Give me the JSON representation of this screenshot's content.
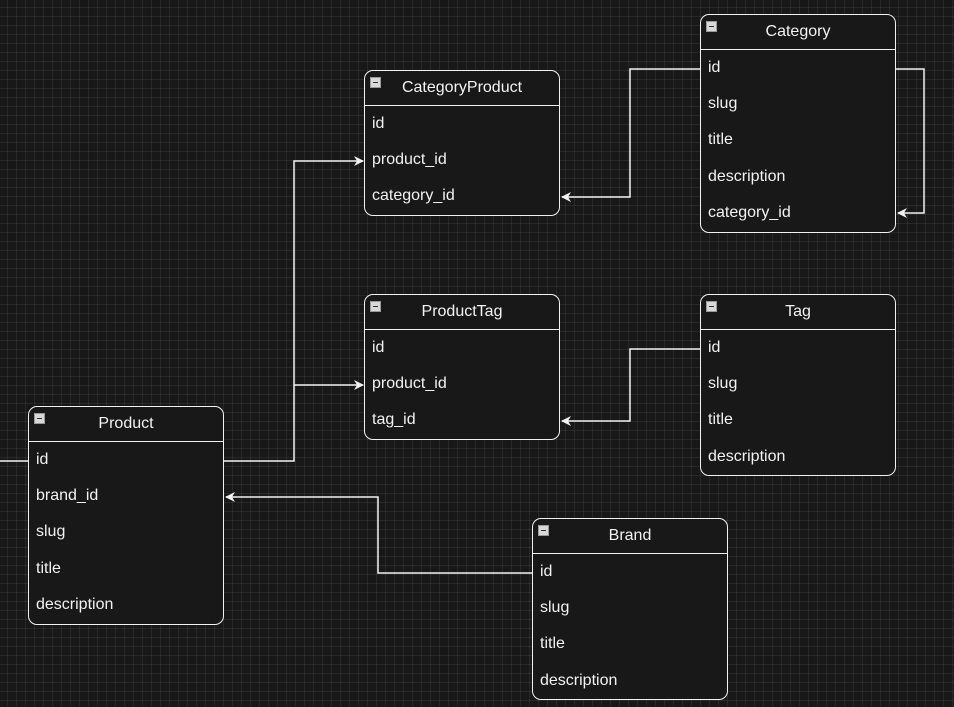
{
  "entities": {
    "category_product": {
      "title": "CategoryProduct",
      "fields": [
        "id",
        "product_id",
        "category_id"
      ]
    },
    "category": {
      "title": "Category",
      "fields": [
        "id",
        "slug",
        "title",
        "description",
        "category_id"
      ]
    },
    "product_tag": {
      "title": "ProductTag",
      "fields": [
        "id",
        "product_id",
        "tag_id"
      ]
    },
    "tag": {
      "title": "Tag",
      "fields": [
        "id",
        "slug",
        "title",
        "description"
      ]
    },
    "product": {
      "title": "Product",
      "fields": [
        "id",
        "brand_id",
        "slug",
        "title",
        "description"
      ]
    },
    "brand": {
      "title": "Brand",
      "fields": [
        "id",
        "slug",
        "title",
        "description"
      ]
    }
  },
  "colors": {
    "background": "#181818",
    "line": "#f2f2f2",
    "grid": "#262626"
  }
}
